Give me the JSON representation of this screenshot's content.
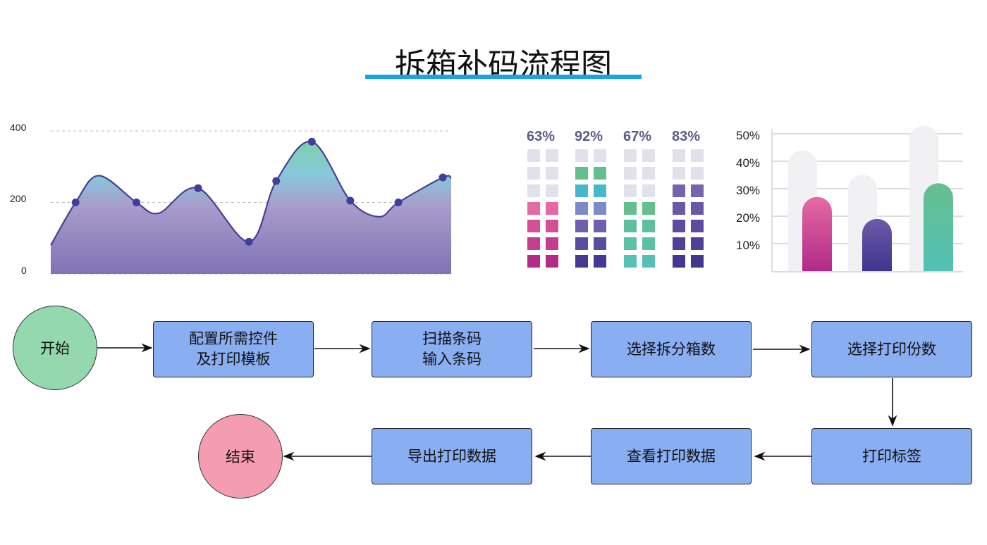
{
  "title": "拆箱补码流程图",
  "colors": {
    "accent": "#1aa3e8",
    "box": "#8aaef2",
    "start": "#93d8ae",
    "end": "#f59db0"
  },
  "chart_data": [
    {
      "type": "area",
      "yticks": [
        "0",
        "200",
        "400"
      ],
      "ylim": [
        0,
        400
      ],
      "xlim": [
        0,
        10
      ],
      "curve": [
        [
          0,
          80
        ],
        [
          0.62,
          200
        ],
        [
          1.2,
          275
        ],
        [
          2.14,
          200
        ],
        [
          2.7,
          170
        ],
        [
          3.68,
          240
        ],
        [
          4.95,
          90
        ],
        [
          5.63,
          260
        ],
        [
          6.52,
          370
        ],
        [
          7.48,
          205
        ],
        [
          8.2,
          160
        ],
        [
          8.68,
          200
        ],
        [
          9.79,
          270
        ],
        [
          10,
          268
        ]
      ],
      "markers": [
        [
          0.62,
          200
        ],
        [
          2.14,
          200
        ],
        [
          3.68,
          240
        ],
        [
          4.95,
          90
        ],
        [
          5.63,
          260
        ],
        [
          6.52,
          370
        ],
        [
          7.48,
          205
        ],
        [
          8.68,
          200
        ],
        [
          9.79,
          270
        ]
      ]
    },
    {
      "type": "waffle",
      "series": [
        {
          "label": "63%",
          "filled_rows": 4,
          "colors": [
            "#e46aa3",
            "#d54f98",
            "#c43d8f",
            "#b52a86"
          ]
        },
        {
          "label": "92%",
          "filled_rows": 6,
          "colors": [
            "#63bf90",
            "#45b9c9",
            "#7b8ac9",
            "#6f5fae",
            "#574ea0",
            "#433a93"
          ]
        },
        {
          "label": "67%",
          "filled_rows": 4,
          "colors": [
            "#63bf90",
            "#5ec09a",
            "#5bc1a5",
            "#55c1b3"
          ]
        },
        {
          "label": "83%",
          "filled_rows": 5,
          "colors": [
            "#7763ad",
            "#6a57a6",
            "#5c4b9e",
            "#4f4197",
            "#42378f"
          ]
        }
      ],
      "rows": 7
    },
    {
      "type": "bar",
      "yticks": [
        "10%",
        "20%",
        "30%",
        "40%",
        "50%"
      ],
      "ylim": [
        0,
        50
      ],
      "background_values": [
        44,
        35,
        53
      ],
      "values": [
        27,
        19,
        32
      ],
      "colors": [
        [
          "#e56aa3",
          "#b12a88"
        ],
        [
          "#6c5aa6",
          "#3f3591"
        ],
        [
          "#66bf8d",
          "#52c1b6"
        ]
      ]
    }
  ],
  "flow": {
    "start": "开始",
    "end": "结束",
    "steps": [
      [
        "配置所需控件",
        "及打印模板"
      ],
      [
        "扫描条码",
        "输入条码"
      ],
      [
        "选择拆分箱数"
      ],
      [
        "选择打印份数"
      ],
      [
        "打印标签"
      ],
      [
        "查看打印数据"
      ],
      [
        "导出打印数据"
      ]
    ]
  }
}
